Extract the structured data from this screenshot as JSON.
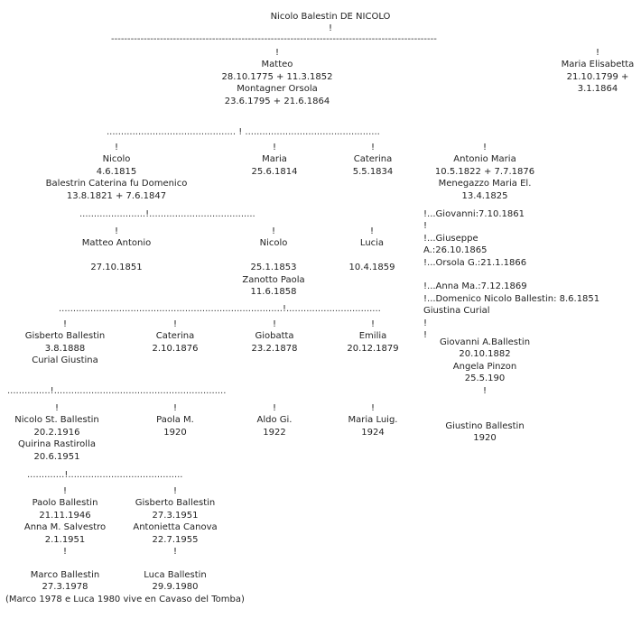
{
  "nodes": {
    "root": [
      "Nicolo Balestin  DE NICOLO",
      "!"
    ],
    "root_dash": "----------------------------------------------------------------------------------------------------",
    "matteo": [
      "!",
      "Matteo",
      "28.10.1775 + 11.3.1852",
      "Montagner Orsola",
      "23.6.1795 + 21.6.1864"
    ],
    "maria_elisabetta": [
      "!",
      "Maria Elisabetta",
      "21.10.1799 +",
      "3.1.1864"
    ],
    "gen2_dots": "............................................. ! ...............................................",
    "nicolo_1815": [
      "!",
      "Nicolo",
      "4.6.1815",
      "Balestrin Caterina fu Domenico",
      "13.8.1821 + 7.6.1847"
    ],
    "nicolo_dots": ".......................!.....................................",
    "maria_1814": [
      "!",
      "Maria",
      "25.6.1814"
    ],
    "caterina_1834": [
      "!",
      "Caterina",
      "5.5.1834"
    ],
    "antonio_maria": [
      "!",
      "Antonio Maria",
      "10.5.1822 + 7.7.1876",
      "Menegazzo Maria El.",
      "13.4.1825"
    ],
    "antonio_children": [
      "!...Giovanni:7.10.1861",
      "!",
      "!...Giuseppe",
      "A.:26.10.1865",
      "!...Orsola G.:21.1.1866",
      "",
      "!...Anna Ma.:7.12.1869",
      "!...Domenico Nicolo Ballestin: 8.6.1851",
      "Giustina Curial",
      "!",
      "!"
    ],
    "matteo_antonio": [
      "!",
      "Matteo Antonio",
      "",
      "27.10.1851"
    ],
    "nicolo_1853": [
      "!",
      "Nicolo",
      "",
      "25.1.1853",
      "Zanotto Paola",
      "11.6.1858"
    ],
    "lucia_1859": [
      "!",
      "Lucia",
      "",
      "10.4.1859"
    ],
    "gen4_dots": "..............................................................................!.................................",
    "gisberto_1888": [
      "!",
      "Gisberto Ballestin",
      "3.8.1888",
      "Curial Giustina"
    ],
    "caterina_1876": [
      "!",
      "Caterina",
      "2.10.1876"
    ],
    "giobatta_1878": [
      "!",
      "Giobatta",
      "23.2.1878"
    ],
    "emilia_1879": [
      "!",
      "Emilia",
      "20.12.1879"
    ],
    "giovanni_1882": [
      "Giovanni A.Ballestin",
      "20.10.1882",
      "Angela Pinzon",
      "25.5.190",
      "!"
    ],
    "gen5_dots": "...............!............................................................",
    "nicolo_1916": [
      "!",
      "Nicolo St. Ballestin",
      "20.2.1916",
      "Quirina Rastirolla",
      "20.6.1951"
    ],
    "nicolo_1916_dots": ".............!........................................",
    "paola_1920": [
      "!",
      "Paola M.",
      "1920"
    ],
    "aldo_1922": [
      "!",
      "Aldo Gi.",
      "1922"
    ],
    "maria_luig_1924": [
      "!",
      "Maria Luig.",
      "1924"
    ],
    "giustino_1920": [
      "Giustino Ballestin",
      "1920"
    ],
    "paolo_1946": [
      "!",
      "Paolo Ballestin",
      "21.11.1946",
      "Anna M. Salvestro",
      "2.1.1951",
      "!"
    ],
    "gisberto_1951": [
      "!",
      "Gisberto Ballestin",
      "27.3.1951",
      "Antonietta Canova",
      "22.7.1955",
      "!"
    ],
    "marco_1978": [
      "Marco Ballestin",
      "27.3.1978"
    ],
    "luca_1980": [
      "Luca Ballestin",
      "29.9.1980"
    ],
    "note": "(Marco 1978 e Luca 1980 vive en Cavaso del Tomba)"
  }
}
